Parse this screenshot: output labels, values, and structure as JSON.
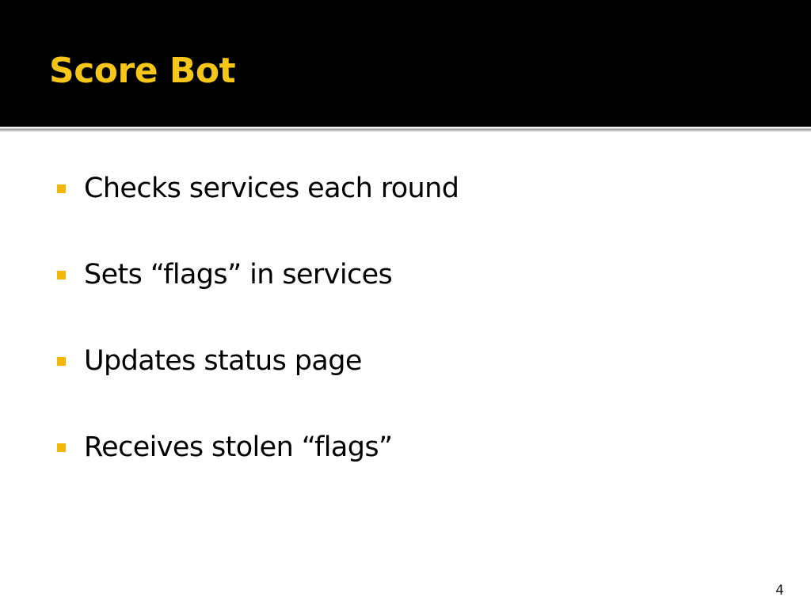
{
  "slide": {
    "title": "Score Bot",
    "bullets": [
      "Checks services each round",
      "Sets “flags” in services",
      "Updates status page",
      "Receives stolen “flags”"
    ],
    "page_number": "4"
  },
  "colors": {
    "title_bar": "#000000",
    "title_text": "#f5c518",
    "bullet_marker": "#f2b705",
    "body_text": "#000000",
    "background": "#ffffff"
  }
}
